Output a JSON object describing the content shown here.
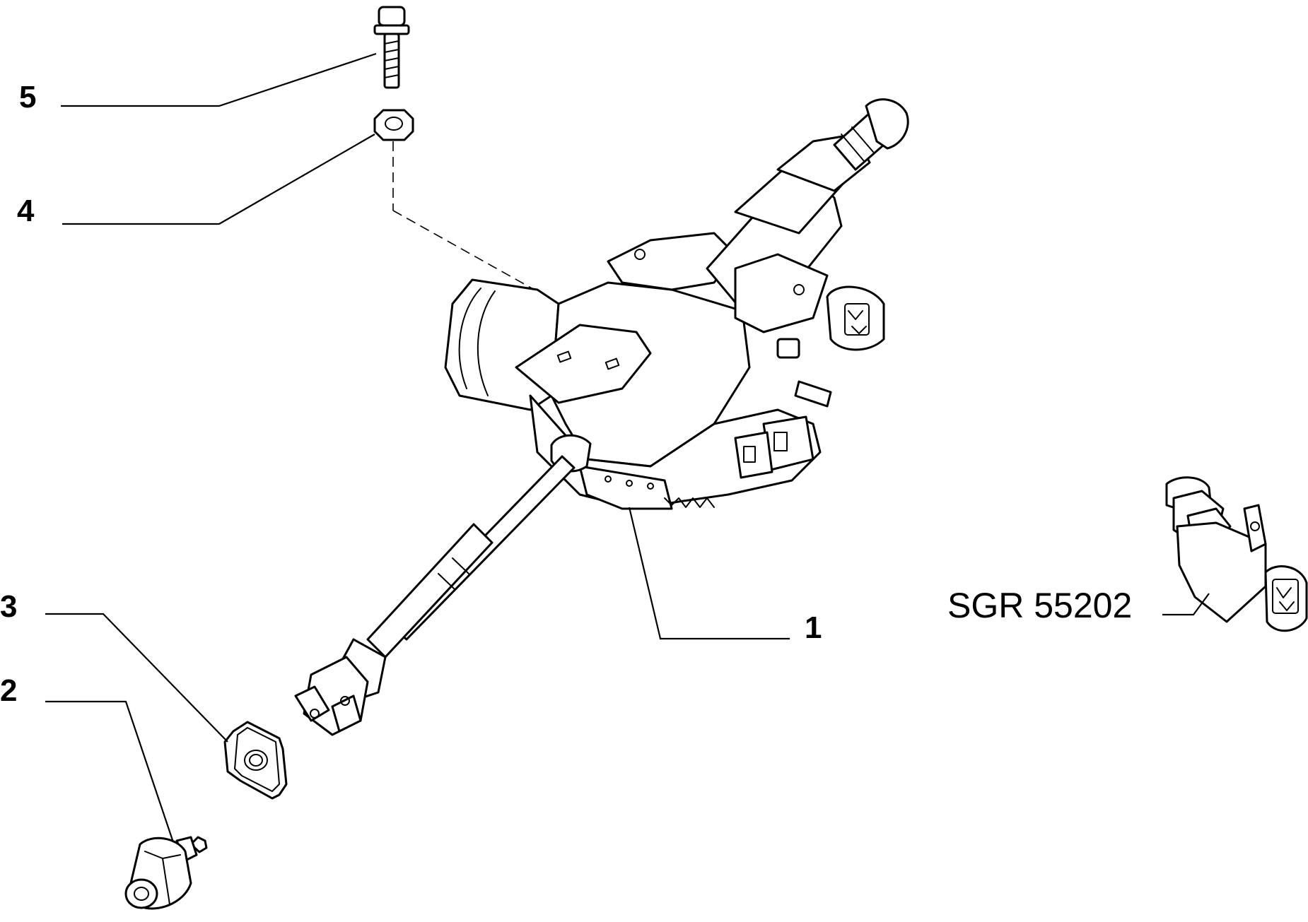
{
  "callouts": [
    {
      "id": "5",
      "label": "5"
    },
    {
      "id": "4",
      "label": "4"
    },
    {
      "id": "3",
      "label": "3"
    },
    {
      "id": "2",
      "label": "2"
    },
    {
      "id": "1",
      "label": "1"
    },
    {
      "id": "sgr",
      "label": "SGR 55202"
    }
  ],
  "colors": {
    "ink": "#000000",
    "paper": "#ffffff"
  }
}
